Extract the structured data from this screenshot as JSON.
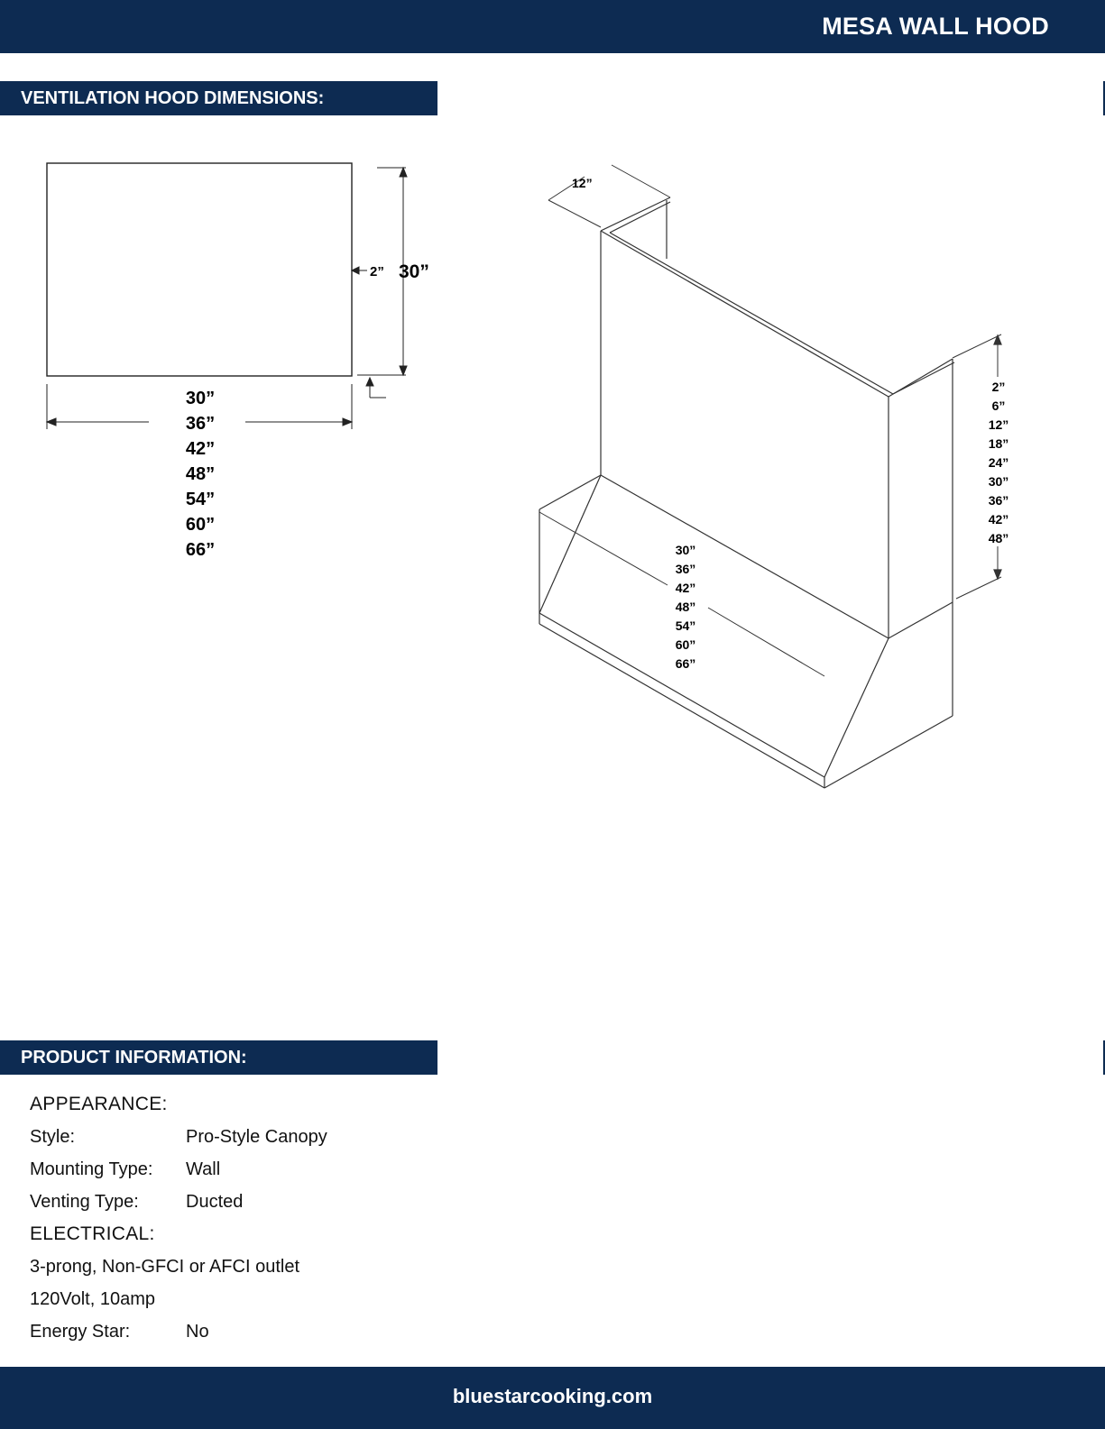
{
  "header": {
    "title": "MESA WALL HOOD"
  },
  "sections": {
    "dimensions_title": "VENTILATION HOOD DIMENSIONS:",
    "product_info_title": "PRODUCT INFORMATION:"
  },
  "front_view": {
    "height_label": "30”",
    "depth_label": "2”",
    "width_options": [
      "30”",
      "36”",
      "42”",
      "48”",
      "54”",
      "60”",
      "66”"
    ]
  },
  "iso_view": {
    "depth_label": "12”",
    "width_options": [
      "30”",
      "36”",
      "42”",
      "48”",
      "54”",
      "60”",
      "66”"
    ],
    "height_options": [
      "2”",
      "6”",
      "12”",
      "18”",
      "24”",
      "30”",
      "36”",
      "42”",
      "48”"
    ]
  },
  "product_info": {
    "appearance_heading": "APPEARANCE:",
    "style_label": "Style:",
    "style_value": "Pro-Style Canopy",
    "mounting_label": "Mounting Type:",
    "mounting_value": "Wall",
    "venting_label": "Venting Type:",
    "venting_value": "Ducted",
    "electrical_heading": "ELECTRICAL:",
    "outlet": "3-prong, Non-GFCI or AFCI outlet",
    "power": "120Volt, 10amp",
    "energy_label": "Energy Star:",
    "energy_value": "No"
  },
  "footer": {
    "website": "bluestarcooking.com"
  },
  "colors": {
    "brand_navy": "#0d2b52"
  }
}
